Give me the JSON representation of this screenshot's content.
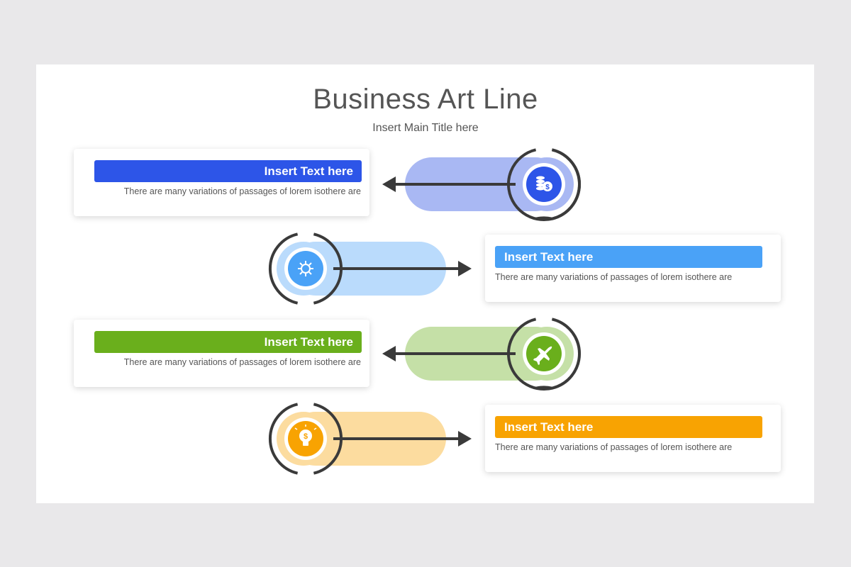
{
  "title": "Business Art Line",
  "subtitle": "Insert Main Title here",
  "rows": [
    {
      "heading": "Insert Text here",
      "text": "There are many variations of passages of lorem isothere are",
      "color": "#2d55e8",
      "light": "#a9b8f3",
      "icon": "coins-dollar-icon"
    },
    {
      "heading": "Insert Text here",
      "text": "There are many variations of passages of lorem isothere are",
      "color": "#4aa2f7",
      "light": "#badbfc",
      "icon": "gear-sun-icon"
    },
    {
      "heading": "Insert Text here",
      "text": "There are many variations of passages of lorem isothere are",
      "color": "#6aaf1c",
      "light": "#c5e0a7",
      "icon": "airplane-icon"
    },
    {
      "heading": "Insert Text here",
      "text": "There are many variations of passages of lorem isothere are",
      "color": "#f8a302",
      "light": "#fcdc9f",
      "icon": "lightbulb-dollar-icon"
    }
  ]
}
